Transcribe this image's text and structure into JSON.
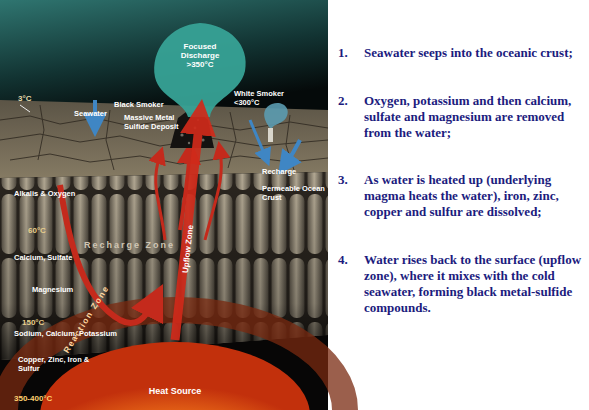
{
  "diagram": {
    "nodes": [
      {
        "text": [
          "Focused Discharge >350°C"
        ]
      },
      {
        "text": [
          "Heat Source"
        ]
      }
    ],
    "edges": [
      {
        "from": 1,
        "to": 0,
        "arrow": "to",
        "label": "Upflow Zone"
      }
    ],
    "labels": [
      "3°C",
      "Seawater",
      "Black Smoker",
      "Massive Metal Sulfide Deposit",
      "White Smoker <300°C",
      "Recharge",
      "Alkalis & Oxygen",
      "Permeable Ocean Crust",
      "60°C",
      "Recharge Zone",
      "Calcium, Sulfate",
      "Magnesium",
      "150°C",
      "Sodium, Calcium, Potassium",
      "Copper, Zinc, Iron & Sulfur",
      "Reaction Zone",
      "350-400°C",
      "1.",
      "Seawater seeps into the oceanic crust;",
      "2.",
      "Oxygen, potassium and then calcium, sulfate and magnesium are removed from the water;",
      "3.",
      "As water is heated up (underlying magma heats the water), iron, zinc, copper and sulfur are dissolved;",
      "4.",
      "Water rises back to the surface (upflow zone), where it mixes with the cold seawater, forming black metal-sulfide compounds."
    ]
  }
}
